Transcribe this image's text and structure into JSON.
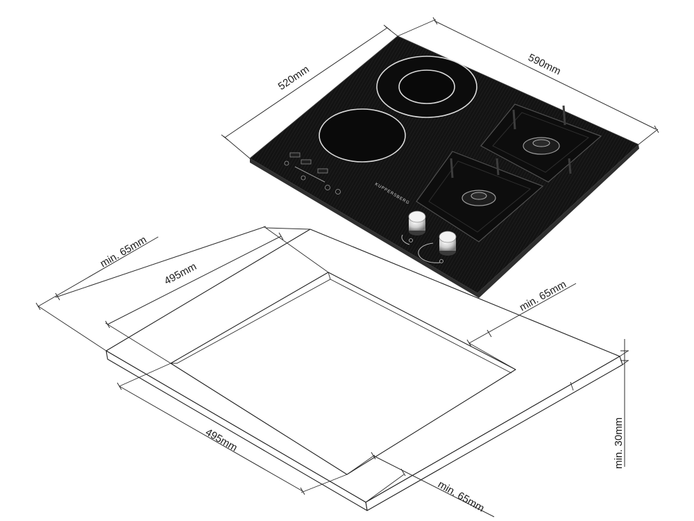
{
  "hob": {
    "brand": "KUPPERSBERG",
    "width_label": "590mm",
    "depth_label": "520mm"
  },
  "cutout": {
    "width_label": "495mm",
    "depth_label": "495mm",
    "margin_back_label": "min. 65mm",
    "margin_left_label": "min. 65mm",
    "margin_front_label": "min. 65mm",
    "thickness_label": "min. 30mm"
  },
  "colors": {
    "glass": "#141414",
    "glass_edge": "#3a3a3a",
    "line": "#2b2b2b",
    "knob": "#e6e6e6"
  }
}
